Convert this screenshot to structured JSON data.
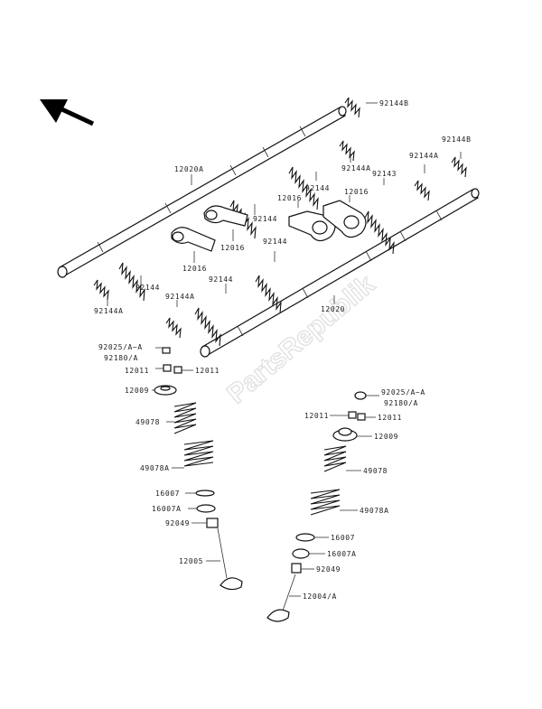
{
  "watermark": "PartsRepublik",
  "labels": {
    "l_92144b_top": "92144B",
    "l_92144b_right": "92144B",
    "l_12020a": "12020A",
    "l_92144a_mid": "92144A",
    "l_92144a_right": "92144A",
    "l_92143": "92143",
    "l_92144_c": "92144",
    "l_12016_a": "12016",
    "l_12016_b": "12016",
    "l_92144_d": "92144",
    "l_12016_c": "12016",
    "l_92144_e": "92144",
    "l_12016_d": "12016",
    "l_92144_f": "92144",
    "l_92144a_f": "92144A",
    "l_92144_g": "92144",
    "l_92144a_left": "92144A",
    "l_12020": "12020",
    "l_92025_l": "92025/A~A",
    "l_92180_l": "92180/A",
    "l_12011_l1": "12011",
    "l_12011_l2": "12011",
    "l_12009_l": "12009",
    "l_49078_l": "49078",
    "l_49078a_l": "49078A",
    "l_16007_l": "16007",
    "l_16007a_l": "16007A",
    "l_92049_l": "92049",
    "l_12005": "12005",
    "l_92025_r": "92025/A~A",
    "l_92180_r": "92180/A",
    "l_12011_r1": "12011",
    "l_12011_r2": "12011",
    "l_12009_r": "12009",
    "l_49078_r": "49078",
    "l_49078a_r": "49078A",
    "l_16007_r": "16007",
    "l_16007a_r": "16007A",
    "l_92049_r": "92049",
    "l_12004a": "12004/A"
  }
}
